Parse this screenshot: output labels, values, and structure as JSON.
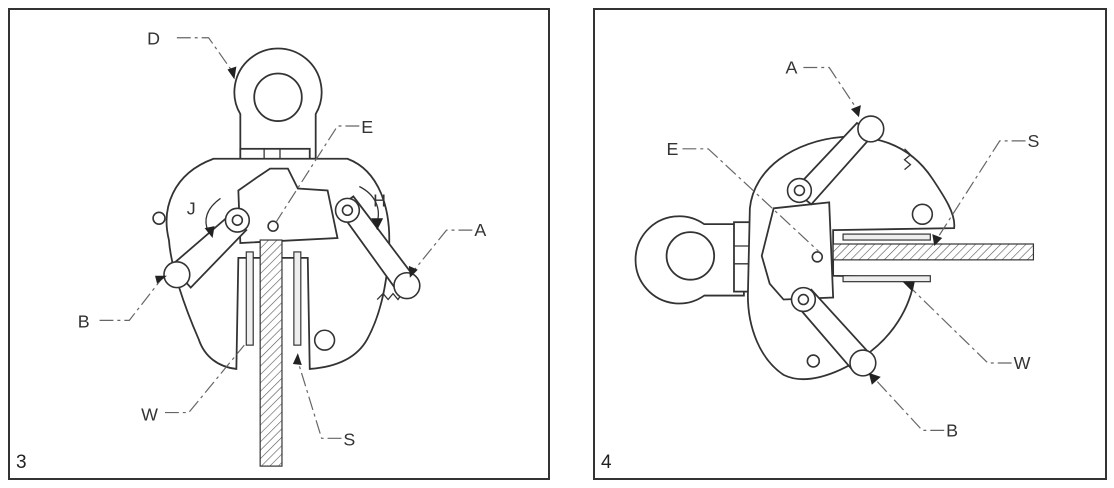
{
  "figures": [
    {
      "number": "3",
      "labels": {
        "D": "D",
        "E": "E",
        "J": "J",
        "H": "H",
        "A": "A",
        "B": "B",
        "W": "W",
        "S": "S"
      }
    },
    {
      "number": "4",
      "labels": {
        "A": "A",
        "E": "E",
        "S": "S",
        "W": "W",
        "B": "B"
      }
    }
  ],
  "colors": {
    "line": "#333333",
    "frame": "#333333",
    "background": "#ffffff"
  }
}
